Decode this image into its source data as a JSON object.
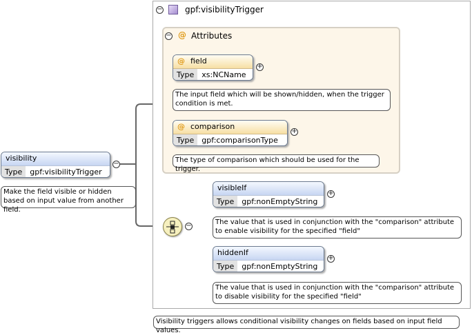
{
  "root": {
    "name": "visibility",
    "type_label": "Type",
    "type_value": "gpf:visibilityTrigger",
    "doc": "Make the field visible or hidden based on input value from another field."
  },
  "complex_type": {
    "name": "gpf:visibilityTrigger",
    "doc": "Visibility triggers allows conditional visibility changes on fields based on input field values."
  },
  "attributes": {
    "label": "Attributes",
    "items": [
      {
        "name": "field",
        "type_label": "Type",
        "type_value": "xs:NCName",
        "doc": "The input field which will be shown/hidden, when the trigger condition is met."
      },
      {
        "name": "comparison",
        "type_label": "Type",
        "type_value": "gpf:comparisonType",
        "doc": "The type of comparison which should be used for the trigger."
      }
    ]
  },
  "sequence": {
    "elements": [
      {
        "name": "visibleIf",
        "type_label": "Type",
        "type_value": "gpf:nonEmptyString",
        "doc": "The value that is used in conjunction with the \"comparison\" attribute to enable visibility for the specified \"field\""
      },
      {
        "name": "hiddenIf",
        "type_label": "Type",
        "type_value": "gpf:nonEmptyString",
        "doc": "The value that is used in conjunction with the \"comparison\" attribute to disable visibility for the specified \"field\""
      }
    ]
  },
  "icons": {
    "collapse": "−",
    "expand": "+",
    "attribute": "@",
    "complex_type": "complex-type-square-icon",
    "sequence": "sequence-compositor-icon"
  },
  "colors": {
    "element_header": "#c7d6f2",
    "attribute_header": "#f7dfa4",
    "attribute_group_bg": "#fdf6e9",
    "compositor": "#f6f0bf"
  }
}
